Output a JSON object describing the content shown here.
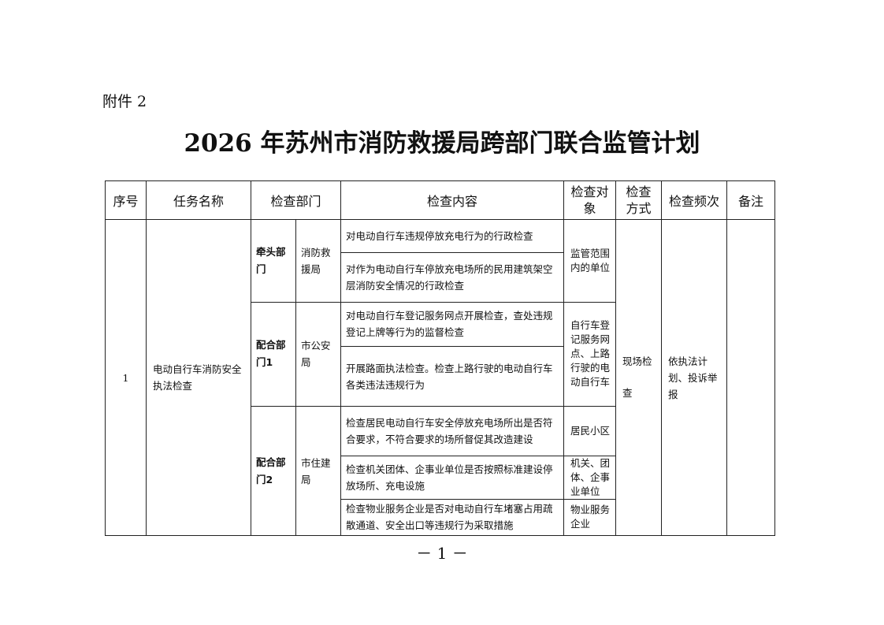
{
  "attachment_label": "附件 2",
  "title": "2026 年苏州市消防救援局跨部门联合监管计划",
  "table": {
    "headers": {
      "no": "序号",
      "task": "任务名称",
      "dept": "检查部门",
      "content": "检查内容",
      "object": "检查对象",
      "method": "检查方式",
      "frequency": "检查频次",
      "remark": "备注"
    },
    "row": {
      "no": "1",
      "task": "电动自行车消防安全执法检查",
      "method": "现场检查",
      "frequency": "依执法计划、投诉举报",
      "remark": "",
      "groups": [
        {
          "role": "牵头部门",
          "dept": "消防救援局",
          "items": [
            {
              "content": "对电动自行车违规停放充电行为的行政检查"
            },
            {
              "content": "对作为电动自行车停放充电场所的民用建筑架空层消防安全情况的行政检查"
            }
          ],
          "object": "监管范围内的单位"
        },
        {
          "role": "配合部门1",
          "dept": "市公安局",
          "items": [
            {
              "content": "对电动自行车登记服务网点开展检查，查处违规登记上牌等行为的监督检查"
            },
            {
              "content": "开展路面执法检查。检查上路行驶的电动自行车各类违法违规行为"
            }
          ],
          "object": "自行车登记服务网点、上路行驶的电动自行车"
        },
        {
          "role": "配合部门2",
          "dept": "市住建局",
          "items": [
            {
              "content": "检查居民电动自行车安全停放充电场所出是否符合要求，不符合要求的场所督促其改造建设",
              "object": "居民小区"
            },
            {
              "content": "检查机关团体、企事业单位是否按照标准建设停放场所、充电设施",
              "object": "机关、团体、企事业单位"
            },
            {
              "content": "检查物业服务企业是否对电动自行车堵塞占用疏散通道、安全出口等违规行为采取措施",
              "object": "物业服务企业"
            }
          ]
        }
      ]
    }
  },
  "page_number": "－ 1 －"
}
